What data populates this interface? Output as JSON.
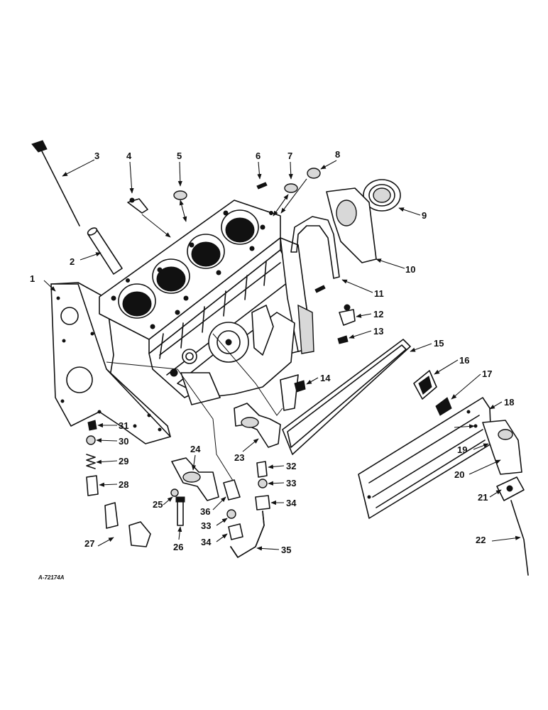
{
  "figure": {
    "reference_code": "A-72174A"
  },
  "callouts": [
    "1",
    "2",
    "3",
    "4",
    "5",
    "6",
    "7",
    "8",
    "9",
    "10",
    "11",
    "12",
    "13",
    "14",
    "15",
    "16",
    "17",
    "18",
    "19",
    "20",
    "21",
    "22",
    "23",
    "24",
    "25",
    "26",
    "27",
    "28",
    "29",
    "30",
    "31",
    "32",
    "33",
    "34",
    "35",
    "36"
  ]
}
